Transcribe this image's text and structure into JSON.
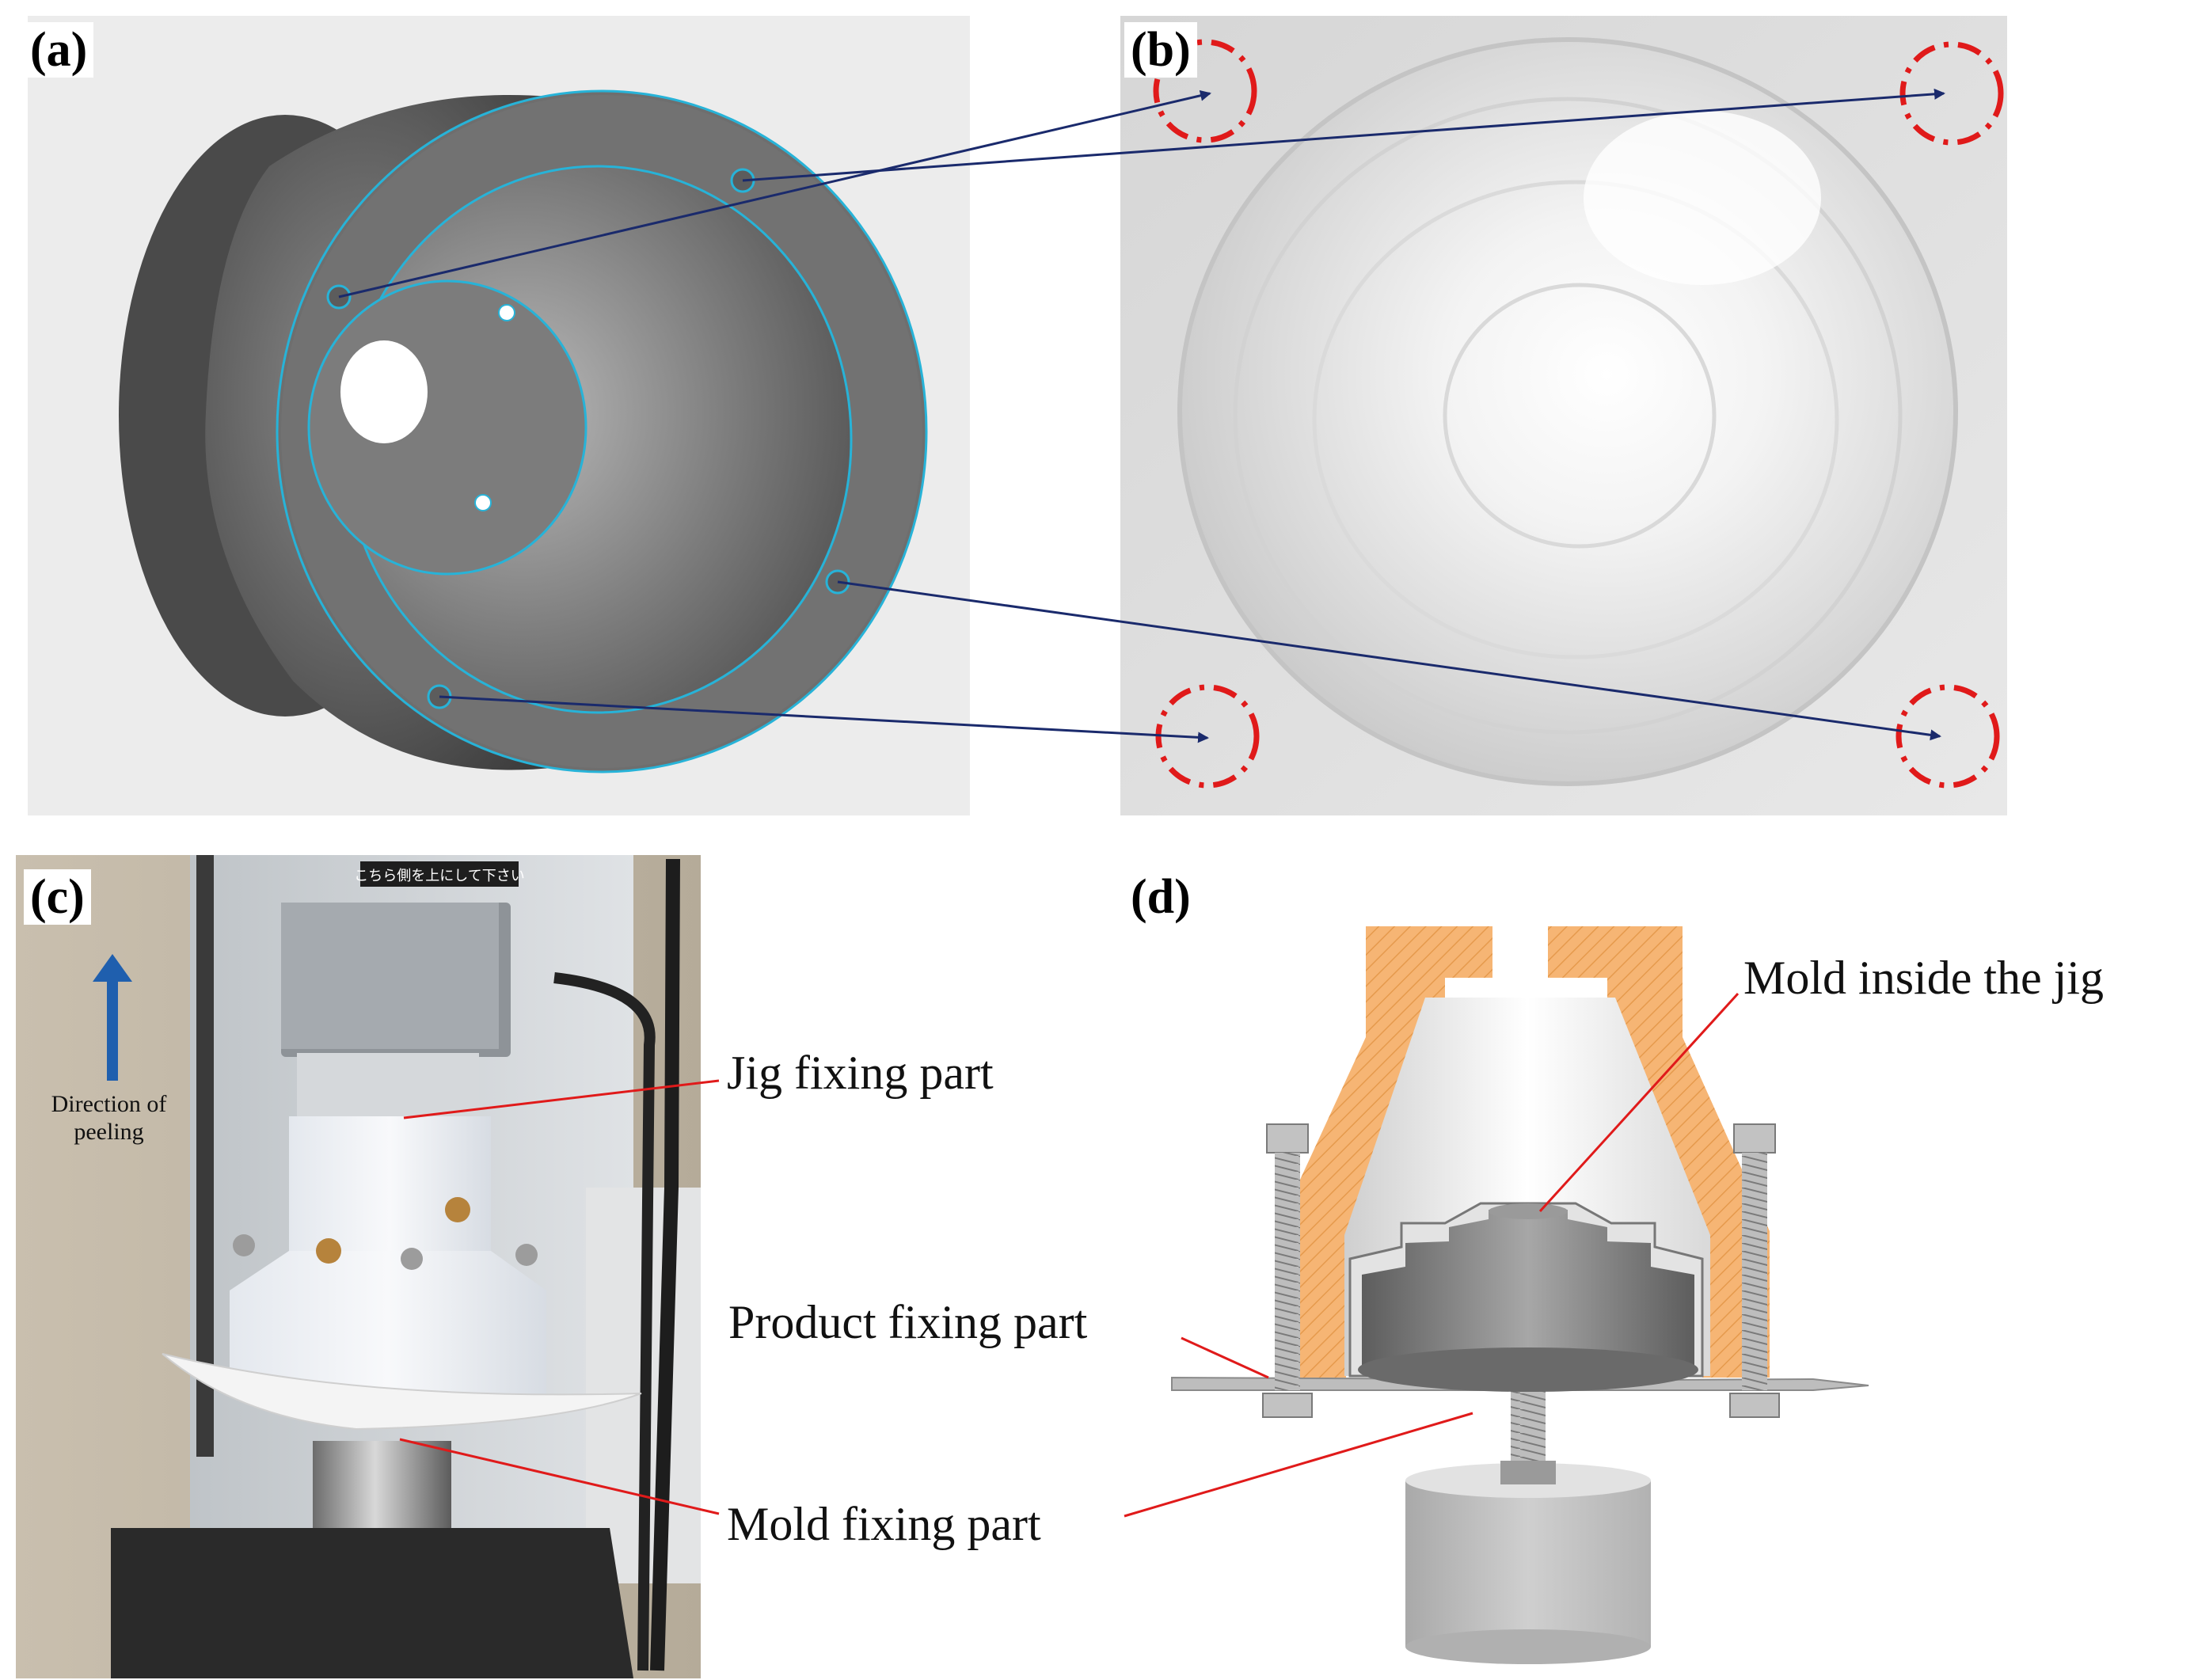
{
  "panels": {
    "a": {
      "label": "(a)"
    },
    "b": {
      "label": "(b)"
    },
    "c": {
      "label": "(c)"
    },
    "d": {
      "label": "(d)"
    }
  },
  "callouts": {
    "jig_fixing_part": "Jig fixing part",
    "product_fixing_part": "Product fixing part",
    "mold_fixing_part": "Mold fixing part",
    "mold_inside_jig": "Mold inside the jig"
  },
  "photo_c": {
    "direction_label": "Direction of peeling",
    "machine_sticker": "こちら側を上にして下さい"
  },
  "colors": {
    "arrow_navy": "#1a2a6c",
    "dash_circle_red": "#e01a1a",
    "leader_red": "#e01a1a",
    "jig_orange": "#f6b574",
    "cad_gray": "#6f6f6f",
    "outline_cyan": "#27b3d8",
    "direction_arrow_blue": "#1f5fae"
  }
}
